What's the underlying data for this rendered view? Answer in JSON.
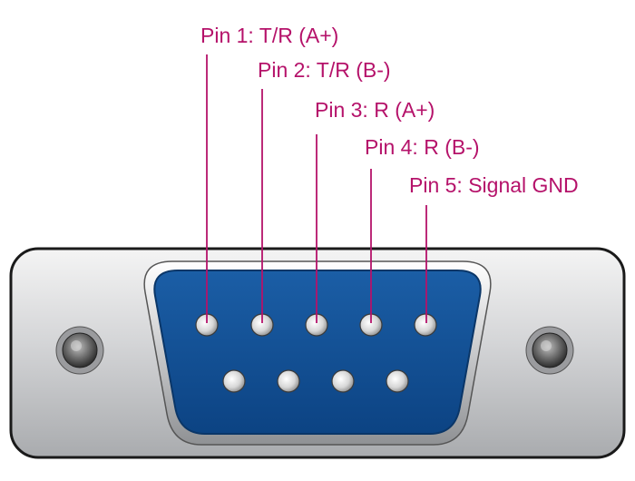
{
  "colors": {
    "label": "#b5126a",
    "shell_face": "#cfd0d2",
    "shell_outline": "#1a1a1a",
    "insert_blue": "#0f4e94",
    "pin_metal": "#e6e6e6"
  },
  "pin_labels": [
    {
      "text": "Pin 1: T/R (A+)"
    },
    {
      "text": "Pin 2: T/R (B-)"
    },
    {
      "text": "Pin 3: R (A+)"
    },
    {
      "text": "Pin 4: R (B-)"
    },
    {
      "text": "Pin 5: Signal GND"
    }
  ],
  "connector": {
    "top_row_pins": 5,
    "bottom_row_pins": 4,
    "mounting_screws": 2
  }
}
